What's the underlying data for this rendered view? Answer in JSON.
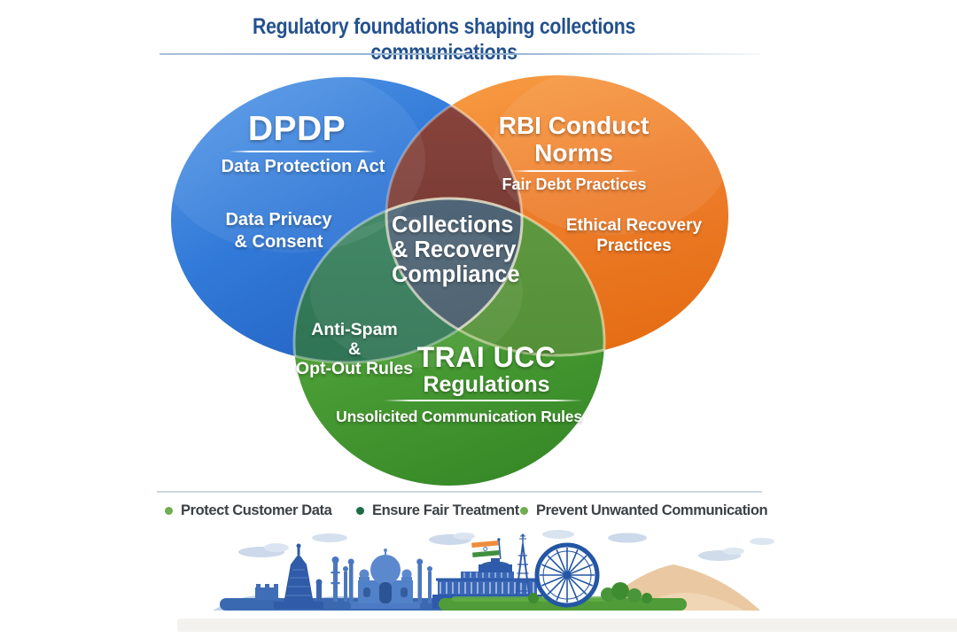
{
  "title": "Regulatory foundations shaping collections communications",
  "venn": {
    "center": {
      "line1": "Collections",
      "line2": "& Recovery",
      "line3": "Compliance"
    },
    "dpdp": {
      "title": "DPDP",
      "subtitle": "Data Protection Act",
      "note_line1": "Data Privacy",
      "note_line2": "& Consent",
      "color": "#3179d8"
    },
    "rbi": {
      "title_line1": "RBI Conduct",
      "title_line2": "Norms",
      "subtitle": "Fair Debt Practices",
      "note_line1": "Ethical Recovery",
      "note_line2": "Practices",
      "color": "#ee7e2c"
    },
    "trai": {
      "title_line1": "TRAI UCC",
      "title_line2": "Regulations",
      "subtitle": "Unsolicited Communication Rules",
      "note_line1": "Anti-Spam",
      "note_line2": "&",
      "note_line3": "Opt-Out Rules",
      "color": "#4a9c35"
    },
    "overlap_colors": {
      "dpdp_rbi": "#7c3c36",
      "dpdp_trai": "#2f7a58",
      "rbi_trai": "#578f3a",
      "center": "#46596b"
    }
  },
  "legend": {
    "items": [
      {
        "label": "Protect Customer Data",
        "dot_color": "#6fae4e"
      },
      {
        "label": "Ensure Fair Treatment",
        "dot_color": "#1e6b47"
      },
      {
        "label": "Prevent Unwanted Communication",
        "dot_color": "#6fae4e"
      }
    ]
  },
  "footer_art": {
    "description": "India landmarks skyline illustration",
    "landmarks": [
      "temple",
      "taj-mahal",
      "parliament-house",
      "india-flag",
      "transmission-tower",
      "ashoka-chakra"
    ]
  }
}
